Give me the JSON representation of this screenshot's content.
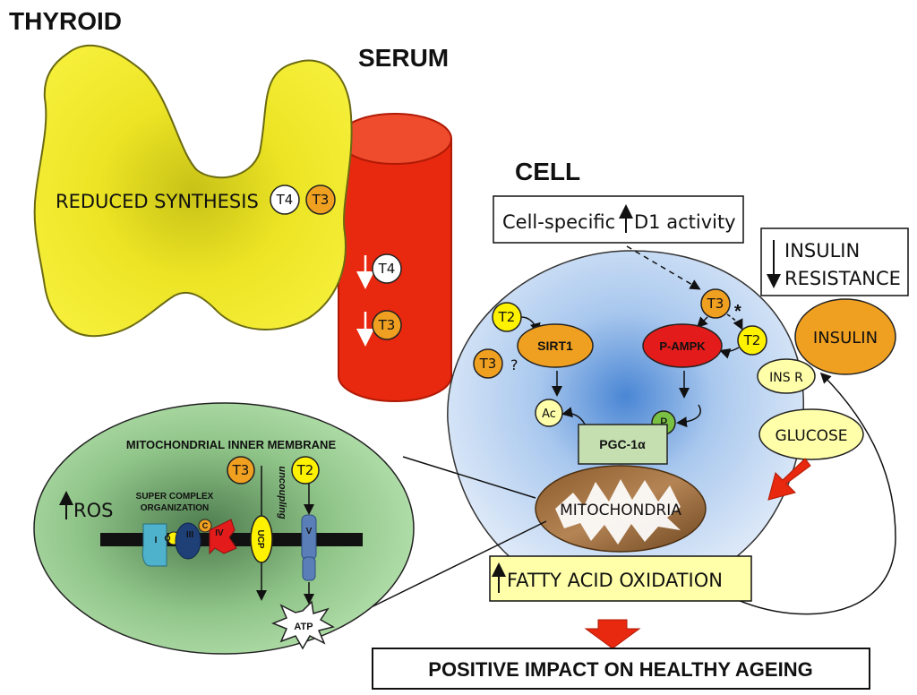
{
  "labels": {
    "thyroid": "THYROID",
    "serum": "SERUM",
    "cell": "CELL",
    "reduced_synthesis": "REDUCED SYNTHESIS",
    "d1_prefix": "Cell-specific",
    "d1_suffix": "D1 activity",
    "insulin_resistance_1": "INSULIN",
    "insulin_resistance_2": "RESISTANCE",
    "insulin": "INSULIN",
    "ins_r": "INS R",
    "glucose": "GLUCOSE",
    "sirt1": "SIRT1",
    "p_ampk": "P-AMPK",
    "pgc": "PGC-1α",
    "ac": "Ac",
    "p": "P",
    "mitochondria": "MITOCHONDRIA",
    "fatty_acid": "FATTY ACID OXIDATION",
    "positive_impact": "POSITIVE IMPACT ON HEALTHY AGEING",
    "mito_membrane": "MITOCHONDRIAL INNER MEMBRANE",
    "ros": "ROS",
    "super_complex_1": "SUPER COMPLEX",
    "super_complex_2": "ORGANIZATION",
    "uncoupling": "uncoupling",
    "ucp": "UCP",
    "atp": "ATP",
    "complex_i": "I",
    "complex_q": "Q",
    "complex_iii": "III",
    "complex_c": "C",
    "complex_iv": "IV",
    "complex_v": "V",
    "t4": "T4",
    "t3": "T3",
    "t2": "T2",
    "question": "?",
    "asterisk": "*"
  },
  "colors": {
    "thyroid_yellow": "#f2ea1e",
    "serum_red": "#e8280f",
    "t3_orange": "#f0a020",
    "t2_yellow": "#fff200",
    "cell_blue": "#5a8fd6",
    "mito_green": "#a7d8a0",
    "mito_brown": "#9b6a3a",
    "p_ampk_red": "#e41b1b",
    "pgc_green": "#c5dfb1",
    "label_yellow": "#ffffaa"
  }
}
